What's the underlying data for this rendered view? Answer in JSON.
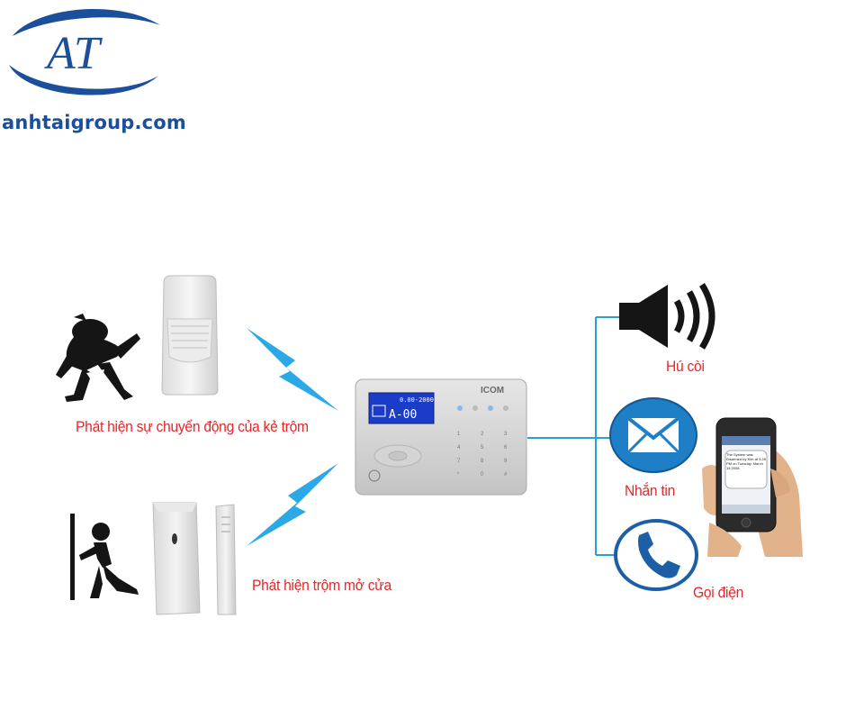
{
  "logo": {
    "monogram": "AT",
    "site": "anhtaigroup.com"
  },
  "inputs": {
    "motion_caption": "Phát hiện sự chuyển động của kẻ trộm",
    "door_caption": "Phát hiện trộm mở cửa"
  },
  "panel": {
    "brand": "ICOM",
    "lcd_top": "0.00-2000",
    "lcd_main": "A-00",
    "keys": [
      "1",
      "2",
      "3",
      "4",
      "5",
      "6",
      "7",
      "8",
      "9",
      "*",
      "0",
      "#"
    ]
  },
  "outputs": {
    "siren_caption": "Hú còi",
    "sms_caption": "Nhắn tin",
    "call_caption": "Gọi điện"
  },
  "phone_screen": {
    "message": "The System was Disarmed by Kim at 3:28 PM on Tuesday, March 18 2008."
  },
  "colors": {
    "caption": "#e5262b",
    "lightning": "#2aa9e6",
    "logo_blue": "#1b4f9c",
    "connector": "#2a9fd8",
    "envelope_bg": "#1f7fc6",
    "phone_ring": "#1c5fa6"
  },
  "icons": [
    "thief-icon",
    "pir-sensor-icon",
    "door-intruder-icon",
    "door-sensor-icon",
    "lightning-icon",
    "alarm-panel-icon",
    "speaker-icon",
    "envelope-icon",
    "phone-handset-icon",
    "smartphone-icon"
  ]
}
